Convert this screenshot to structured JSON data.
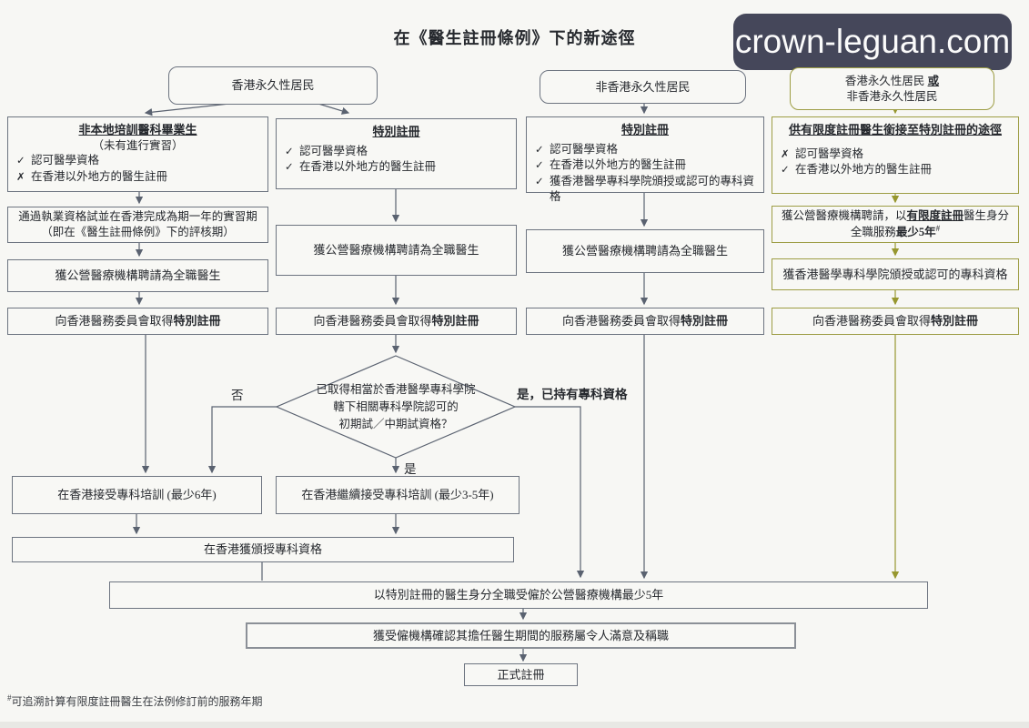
{
  "page": {
    "title": "在《醫生註冊條例》下的新途徑",
    "watermark": "crown-leguan.com",
    "footnote_mark": "#",
    "footnote_text": "可追溯計算有限度註冊醫生在法例修訂前的服務年期"
  },
  "colors": {
    "line_gray": "#5a6270",
    "line_olive": "#97972f",
    "border_gray": "#6d7480",
    "border_olive": "#9d9d44",
    "watermark_bg": "#45475a"
  },
  "headers": {
    "hk_permanent": "香港永久性居民",
    "non_hk_permanent": "非香港永久性居民",
    "either_line1_prefix": "香港永久性居民 ",
    "either_line1_or": "或",
    "either_line2": "非香港永久性居民"
  },
  "col1": {
    "criteria": {
      "title": "非本地培訓醫科畢業生",
      "subtitle": "（未有進行實習）",
      "items": [
        {
          "mark": "✓",
          "text": "認可醫學資格"
        },
        {
          "mark": "✗",
          "text": "在香港以外地方的醫生註冊"
        }
      ]
    },
    "step1_line1": "通過執業資格試並在香港完成為期一年的實習期",
    "step1_line2": "（即在《醫生註冊條例》下的評核期）",
    "step2": "獲公營醫療機構聘請為全職醫生",
    "step3_prefix": "向香港醫務委員會取得",
    "step3_bold": "特別註冊"
  },
  "col2": {
    "criteria": {
      "title": "特別註冊",
      "items": [
        {
          "mark": "✓",
          "text": "認可醫學資格"
        },
        {
          "mark": "✓",
          "text": "在香港以外地方的醫生註冊"
        }
      ]
    },
    "step1": "獲公營醫療機構聘請為全職醫生",
    "step2_prefix": "向香港醫務委員會取得",
    "step2_bold": "特別註冊"
  },
  "col3": {
    "criteria": {
      "title": "特別註冊",
      "items": [
        {
          "mark": "✓",
          "text": "認可醫學資格"
        },
        {
          "mark": "✓",
          "text": "在香港以外地方的醫生註冊"
        },
        {
          "mark": "✓",
          "text": "獲香港醫學專科學院頒授或認可的專科資格"
        }
      ]
    },
    "step1": "獲公營醫療機構聘請為全職醫生",
    "step2_prefix": "向香港醫務委員會取得",
    "step2_bold": "特別註冊"
  },
  "col4": {
    "criteria": {
      "title": "供有限度註冊醫生銜接至特別註冊的途徑",
      "items": [
        {
          "mark": "✗",
          "text": "認可醫學資格"
        },
        {
          "mark": "✓",
          "text": "在香港以外地方的醫生註冊"
        }
      ]
    },
    "step1_prefix": "獲公營醫療機構聘請，以",
    "step1_bu": "有限度註冊",
    "step1_suffix": "醫生身分",
    "step1_line2_prefix": "全職服務",
    "step1_line2_bold": "最少5年",
    "step1_sup": "#",
    "step2": "獲香港醫學專科學院頒授或認可的專科資格",
    "step3_prefix": "向香港醫務委員會取得",
    "step3_bold": "特別註冊"
  },
  "decision": {
    "line1": "已取得相當於香港醫學專科學院",
    "line2": "轄下相關專科學院認可的",
    "line3": "初期試／中期試資格？",
    "no_label": "否",
    "yes_label": "是",
    "yes_specialist_label": "是，已持有專科資格"
  },
  "bottom": {
    "training_local": "在香港接受專科培訓 (最少6年)",
    "training_continue": "在香港繼續接受專科培訓 (最少3-5年)",
    "award_specialist": "在香港獲頒授專科資格",
    "employed_5_years": "以特別註冊的醫生身分全職受僱於公營醫療機構最少5年",
    "service_confirmed": "獲受僱機構確認其擔任醫生期間的服務屬令人滿意及稱職",
    "formal_registration": "正式註冊"
  }
}
